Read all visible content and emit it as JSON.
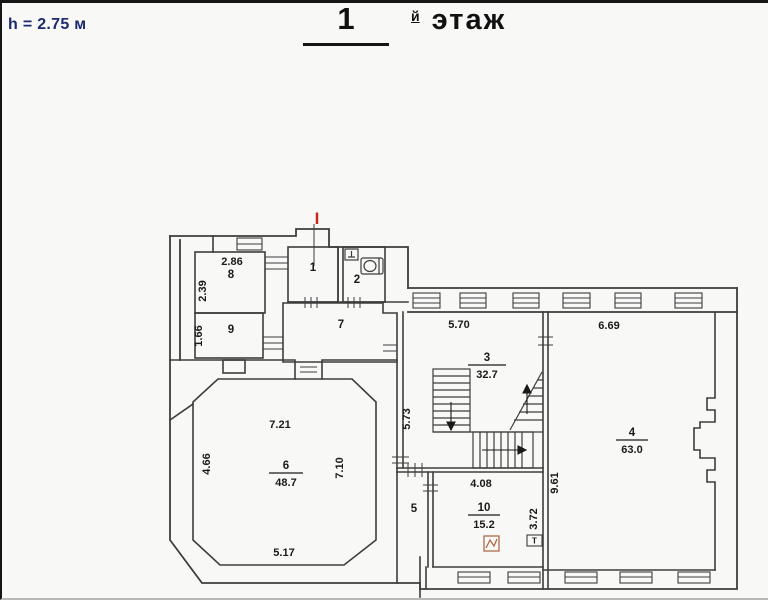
{
  "page": {
    "height_note": "h = 2.75 м"
  },
  "title": {
    "number": "1",
    "suffix": "й",
    "word": "этаж"
  },
  "plan": {
    "entrance_mark": "I",
    "rooms": {
      "r1": {
        "number": "1"
      },
      "r2": {
        "number": "2"
      },
      "r3": {
        "number": "3",
        "area": "32.7"
      },
      "r4": {
        "number": "4",
        "area": "63.0"
      },
      "r5": {
        "number": "5"
      },
      "r6": {
        "number": "6",
        "area": "48.7"
      },
      "r7": {
        "number": "7"
      },
      "r8": {
        "number": "8"
      },
      "r9": {
        "number": "9"
      },
      "r10": {
        "number": "10",
        "area": "15.2"
      }
    },
    "dims": {
      "w286": "2.86",
      "h239": "2.39",
      "h166": "1.66",
      "w570": "5.70",
      "h573": "5.73",
      "w669": "6.69",
      "h961": "9.61",
      "w721": "7.21",
      "h466": "4.66",
      "h710": "7.10",
      "w517": "5.17",
      "w408": "4.08",
      "h372": "3.72"
    },
    "fixtures": {
      "towel_label": "T"
    },
    "colors": {
      "ink": "#3d3d3d",
      "accent_red": "#c22a20",
      "stove": "#b06a4a",
      "header_navy": "#1b2a70"
    }
  }
}
